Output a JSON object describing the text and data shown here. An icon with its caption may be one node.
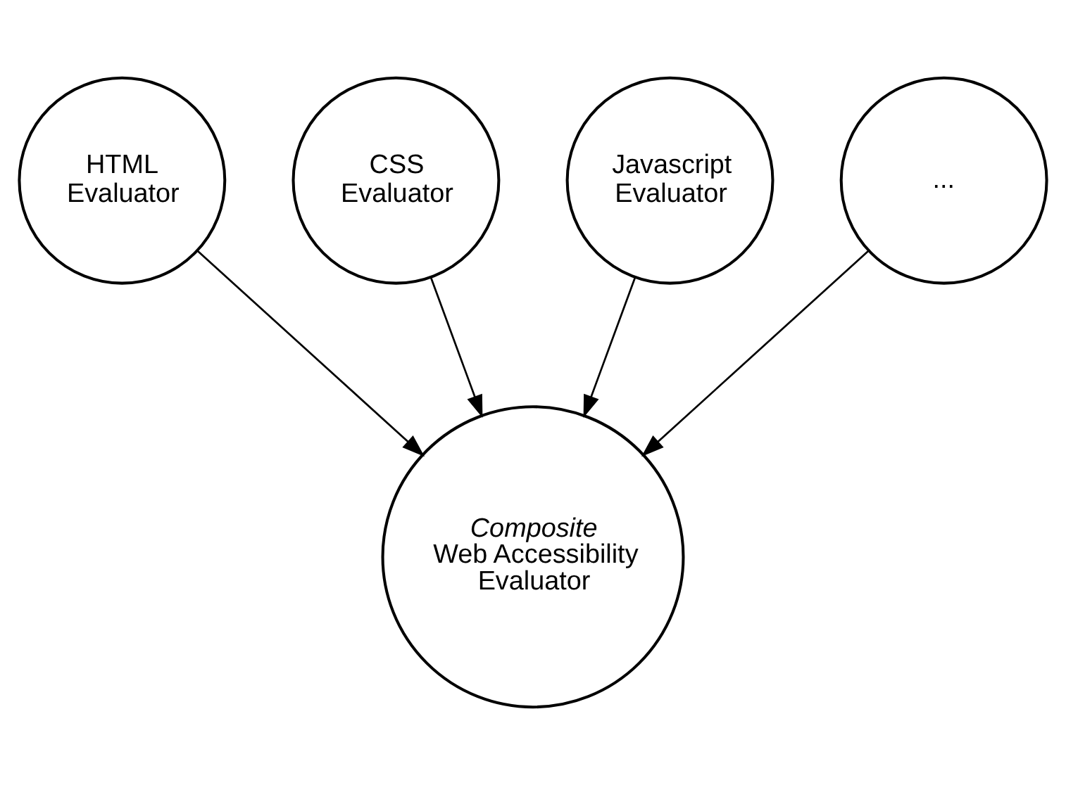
{
  "diagram": {
    "nodes": [
      {
        "text": [
          "CSS Evaluator"
        ]
      },
      {
        "text": [
          "Javascript Evaluator"
        ]
      },
      {
        "text": [
          "HTML Evaluator"
        ]
      },
      {
        "text": [
          "..."
        ]
      },
      {
        "text": [
          "Composite",
          "Web Accessibility Evaluator"
        ]
      }
    ],
    "edges": [
      {
        "from": 2,
        "to": 4,
        "arrow": "to"
      },
      {
        "from": 0,
        "to": 4,
        "arrow": "to"
      },
      {
        "from": 1,
        "to": 4,
        "arrow": "to"
      },
      {
        "from": 3,
        "to": 4,
        "arrow": "to"
      }
    ]
  }
}
